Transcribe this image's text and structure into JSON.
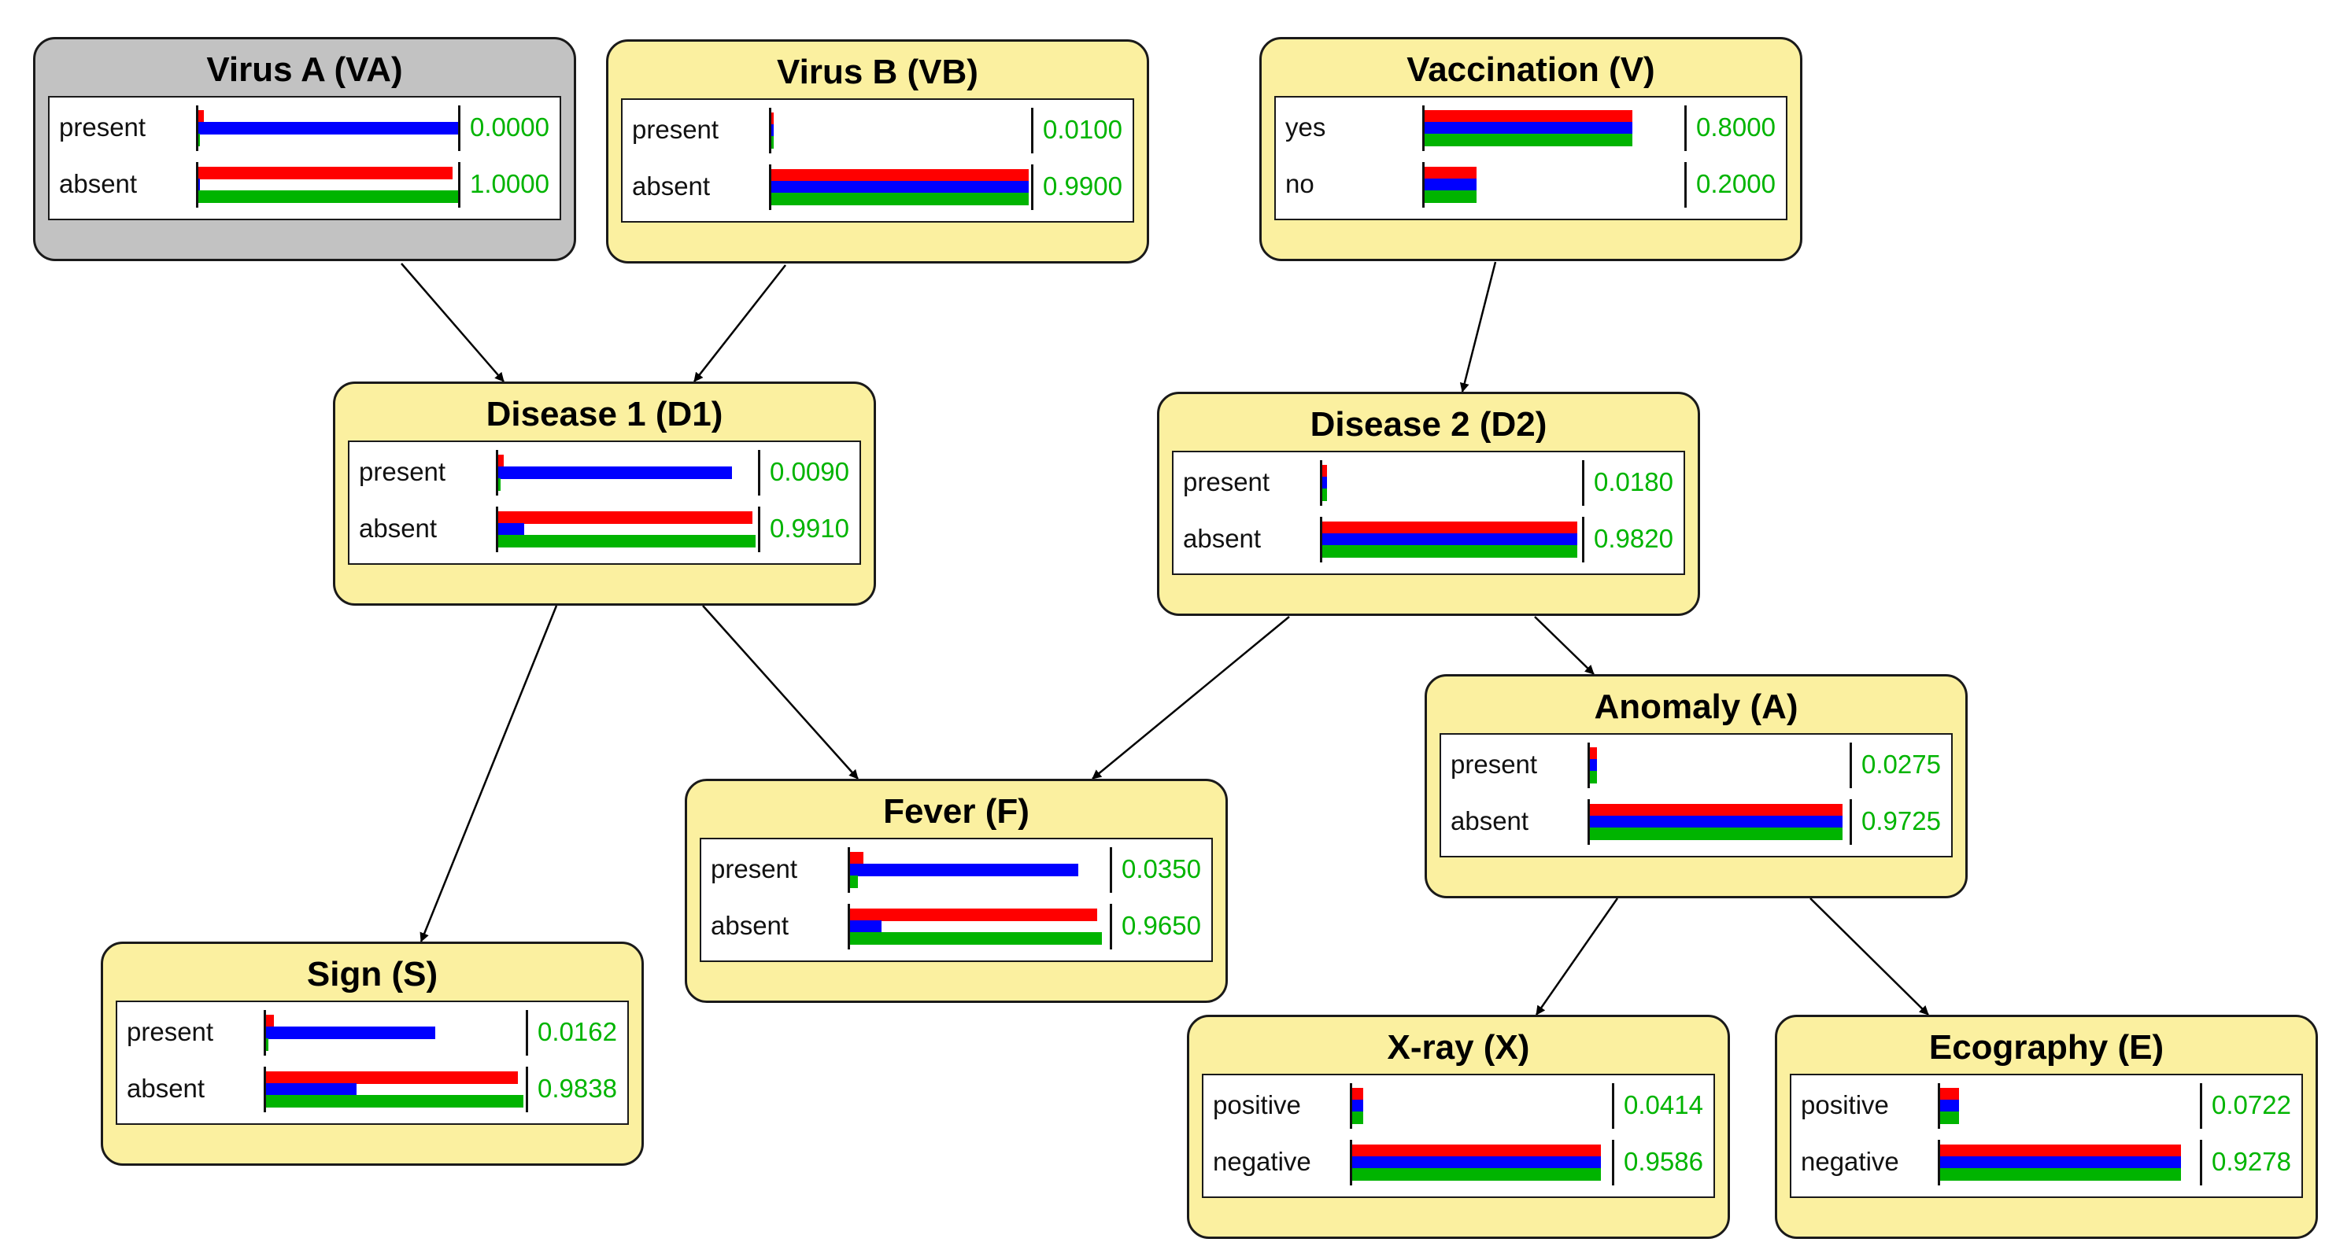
{
  "nodes": [
    {
      "id": "VA",
      "title": "Virus A (VA)",
      "observed": true,
      "states": [
        {
          "label": "present",
          "prob": "0.0000",
          "bars": {
            "red": 0.02,
            "blue": 1.0,
            "green": 0.0
          }
        },
        {
          "label": "absent",
          "prob": "1.0000",
          "bars": {
            "red": 0.98,
            "blue": 0.0,
            "green": 1.0
          }
        }
      ]
    },
    {
      "id": "VB",
      "title": "Virus B (VB)",
      "observed": false,
      "states": [
        {
          "label": "present",
          "prob": "0.0100",
          "bars": {
            "red": 0.01,
            "blue": 0.01,
            "green": 0.01
          }
        },
        {
          "label": "absent",
          "prob": "0.9900",
          "bars": {
            "red": 0.99,
            "blue": 0.99,
            "green": 0.99
          }
        }
      ]
    },
    {
      "id": "V",
      "title": "Vaccination (V)",
      "observed": false,
      "states": [
        {
          "label": "yes",
          "prob": "0.8000",
          "bars": {
            "red": 0.8,
            "blue": 0.8,
            "green": 0.8
          }
        },
        {
          "label": "no",
          "prob": "0.2000",
          "bars": {
            "red": 0.2,
            "blue": 0.2,
            "green": 0.2
          }
        }
      ]
    },
    {
      "id": "D1",
      "title": "Disease 1 (D1)",
      "observed": false,
      "states": [
        {
          "label": "present",
          "prob": "0.0090",
          "bars": {
            "red": 0.02,
            "blue": 0.9,
            "green": 0.01
          }
        },
        {
          "label": "absent",
          "prob": "0.9910",
          "bars": {
            "red": 0.98,
            "blue": 0.1,
            "green": 0.99
          }
        }
      ]
    },
    {
      "id": "D2",
      "title": "Disease 2 (D2)",
      "observed": false,
      "states": [
        {
          "label": "present",
          "prob": "0.0180",
          "bars": {
            "red": 0.018,
            "blue": 0.018,
            "green": 0.018
          }
        },
        {
          "label": "absent",
          "prob": "0.9820",
          "bars": {
            "red": 0.982,
            "blue": 0.982,
            "green": 0.982
          }
        }
      ]
    },
    {
      "id": "A",
      "title": "Anomaly (A)",
      "observed": false,
      "states": [
        {
          "label": "present",
          "prob": "0.0275",
          "bars": {
            "red": 0.0275,
            "blue": 0.0275,
            "green": 0.0275
          }
        },
        {
          "label": "absent",
          "prob": "0.9725",
          "bars": {
            "red": 0.9725,
            "blue": 0.9725,
            "green": 0.9725
          }
        }
      ]
    },
    {
      "id": "F",
      "title": "Fever (F)",
      "observed": false,
      "states": [
        {
          "label": "present",
          "prob": "0.0350",
          "bars": {
            "red": 0.05,
            "blue": 0.88,
            "green": 0.03
          }
        },
        {
          "label": "absent",
          "prob": "0.9650",
          "bars": {
            "red": 0.95,
            "blue": 0.12,
            "green": 0.97
          }
        }
      ]
    },
    {
      "id": "S",
      "title": "Sign (S)",
      "observed": false,
      "states": [
        {
          "label": "present",
          "prob": "0.0162",
          "bars": {
            "red": 0.03,
            "blue": 0.65,
            "green": 0.01
          }
        },
        {
          "label": "absent",
          "prob": "0.9838",
          "bars": {
            "red": 0.97,
            "blue": 0.35,
            "green": 0.99
          }
        }
      ]
    },
    {
      "id": "X",
      "title": "X-ray (X)",
      "observed": false,
      "states": [
        {
          "label": "positive",
          "prob": "0.0414",
          "bars": {
            "red": 0.0414,
            "blue": 0.0414,
            "green": 0.0414
          }
        },
        {
          "label": "negative",
          "prob": "0.9586",
          "bars": {
            "red": 0.9586,
            "blue": 0.9586,
            "green": 0.9586
          }
        }
      ]
    },
    {
      "id": "E",
      "title": "Ecography (E)",
      "observed": false,
      "states": [
        {
          "label": "positive",
          "prob": "0.0722",
          "bars": {
            "red": 0.0722,
            "blue": 0.0722,
            "green": 0.0722
          }
        },
        {
          "label": "negative",
          "prob": "0.9278",
          "bars": {
            "red": 0.9278,
            "blue": 0.9278,
            "green": 0.9278
          }
        }
      ]
    }
  ],
  "edges": [
    {
      "from": "VA",
      "to": "D1"
    },
    {
      "from": "VB",
      "to": "D1"
    },
    {
      "from": "V",
      "to": "D2"
    },
    {
      "from": "D1",
      "to": "S"
    },
    {
      "from": "D1",
      "to": "F"
    },
    {
      "from": "D2",
      "to": "F"
    },
    {
      "from": "D2",
      "to": "A"
    },
    {
      "from": "A",
      "to": "X"
    },
    {
      "from": "A",
      "to": "E"
    }
  ],
  "colors": {
    "node_fill": "#fbf0a0",
    "observed_fill": "#c2c2c2",
    "prob_text": "#00b400",
    "bar_red": "#ff0000",
    "bar_blue": "#0000ff",
    "bar_green": "#00b400"
  }
}
